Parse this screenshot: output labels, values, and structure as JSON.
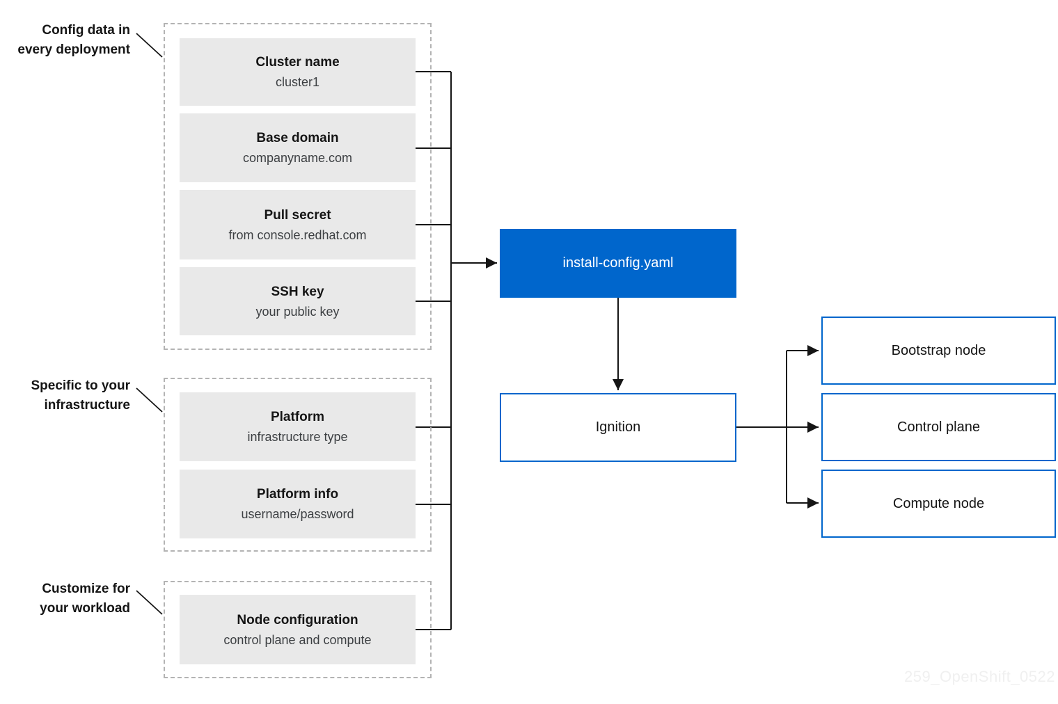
{
  "diagram": {
    "groups": [
      {
        "label": "Config data in\nevery deployment",
        "items": [
          {
            "title": "Cluster name",
            "subtitle": "cluster1"
          },
          {
            "title": "Base domain",
            "subtitle": "companyname.com"
          },
          {
            "title": "Pull secret",
            "subtitle": "from console.redhat.com"
          },
          {
            "title": "SSH key",
            "subtitle": "your public key"
          }
        ]
      },
      {
        "label": "Specific to your\ninfrastructure",
        "items": [
          {
            "title": "Platform",
            "subtitle": "infrastructure type"
          },
          {
            "title": "Platform info",
            "subtitle": "username/password"
          }
        ]
      },
      {
        "label": "Customize for\nyour workload",
        "items": [
          {
            "title": "Node configuration",
            "subtitle": "control plane and compute"
          }
        ]
      }
    ],
    "center": {
      "config_file": "install-config.yaml",
      "ignition": "Ignition"
    },
    "nodes": [
      {
        "label": "Bootstrap node"
      },
      {
        "label": "Control plane"
      },
      {
        "label": "Compute node"
      }
    ],
    "watermark": "259_OpenShift_0522",
    "colors": {
      "accent_blue": "#0066cc",
      "box_gray": "#e9e9e9",
      "line_black": "#151515",
      "dashed_border": "#b3b3b3",
      "watermark_gray": "#f0f0f0"
    }
  }
}
